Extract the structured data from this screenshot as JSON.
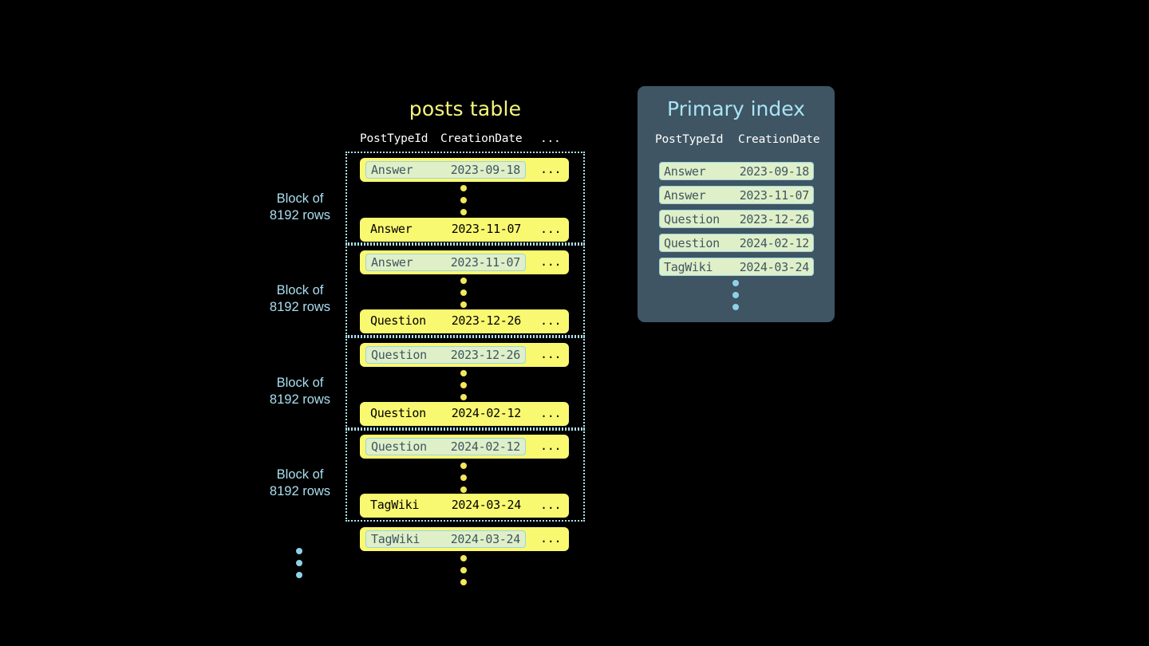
{
  "diagram": {
    "background": "#000000",
    "accent_yellow": "#f9f871",
    "accent_blue": "#a9dff0",
    "panel_slate": "#3f5563",
    "chip_green": "#dff0c8"
  },
  "posts_table": {
    "title": "posts table",
    "headers": {
      "post_type_id": "PostTypeId",
      "creation_date": "CreationDate",
      "more": "..."
    },
    "row_more": "...",
    "block_label_line1": "Block of",
    "block_label_line2": "8192 rows",
    "blocks": [
      {
        "label_line1": "Block of",
        "label_line2": "8192 rows",
        "first_row": {
          "post_type_id": "Answer",
          "creation_date": "2023-09-18",
          "more": "...",
          "highlighted": true
        },
        "last_row": {
          "post_type_id": "Answer",
          "creation_date": "2023-11-07",
          "more": "...",
          "highlighted": false
        }
      },
      {
        "label_line1": "Block of",
        "label_line2": "8192 rows",
        "first_row": {
          "post_type_id": "Answer",
          "creation_date": "2023-11-07",
          "more": "...",
          "highlighted": true
        },
        "last_row": {
          "post_type_id": "Question",
          "creation_date": "2023-12-26",
          "more": "...",
          "highlighted": false
        }
      },
      {
        "label_line1": "Block of",
        "label_line2": "8192 rows",
        "first_row": {
          "post_type_id": "Question",
          "creation_date": "2023-12-26",
          "more": "...",
          "highlighted": true
        },
        "last_row": {
          "post_type_id": "Question",
          "creation_date": "2024-02-12",
          "more": "...",
          "highlighted": false
        }
      },
      {
        "label_line1": "Block of",
        "label_line2": "8192 rows",
        "first_row": {
          "post_type_id": "Question",
          "creation_date": "2024-02-12",
          "more": "...",
          "highlighted": true
        },
        "last_row": {
          "post_type_id": "TagWiki",
          "creation_date": "2024-03-24",
          "more": "...",
          "highlighted": false
        }
      }
    ],
    "trailing_row": {
      "post_type_id": "TagWiki",
      "creation_date": "2024-03-24",
      "more": "...",
      "highlighted": true
    }
  },
  "primary_index": {
    "title": "Primary index",
    "headers": {
      "post_type_id": "PostTypeId",
      "creation_date": "CreationDate"
    },
    "rows": [
      {
        "post_type_id": "Answer",
        "creation_date": "2023-09-18"
      },
      {
        "post_type_id": "Answer",
        "creation_date": "2023-11-07"
      },
      {
        "post_type_id": "Question",
        "creation_date": "2023-12-26"
      },
      {
        "post_type_id": "Question",
        "creation_date": "2024-02-12"
      },
      {
        "post_type_id": "TagWiki",
        "creation_date": "2024-03-24"
      }
    ]
  }
}
